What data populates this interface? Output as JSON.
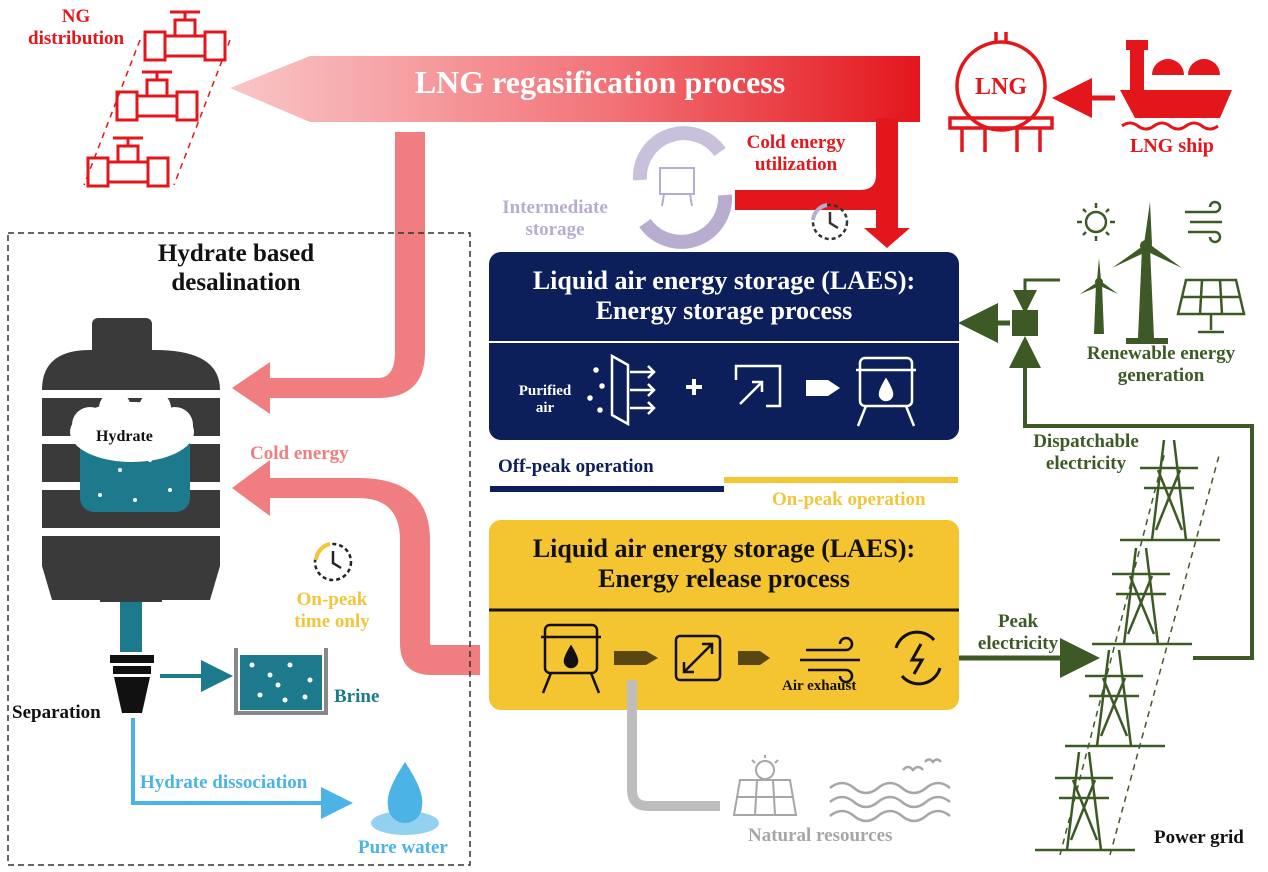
{
  "labels": {
    "ng_distribution": "NG\ndistribution",
    "lng_process": "LNG regasification process",
    "lng_tank": "LNG",
    "lng_ship": "LNG ship",
    "cold_energy_utilization": "Cold energy\nutilization",
    "intermediate_storage": "Intermediate\nstorage",
    "hydrate_desal_title": "Hydrate based\ndesalination",
    "hydrate": "Hydrate",
    "cold_energy": "Cold energy",
    "laes_storage_title": "Liquid air energy storage (LAES):\nEnergy storage process",
    "purified_air": "Purified\nair",
    "off_peak": "Off-peak operation",
    "on_peak": "On-peak operation",
    "laes_release_title": "Liquid air energy storage (LAES):\nEnergy release process",
    "air_exhaust": "Air exhaust",
    "renewable": "Renewable energy\ngeneration",
    "dispatchable": "Dispatchable\nelectricity",
    "peak_electricity": "Peak\nelectricity",
    "on_peak_time": "On-peak\ntime only",
    "separation": "Separation",
    "brine": "Brine",
    "hydrate_dissociation": "Hydrate dissociation",
    "pure_water": "Pure water",
    "natural_resources": "Natural resources",
    "power_grid": "Power grid"
  },
  "colors": {
    "red": "#e3161c",
    "salmon": "#f07d7f",
    "navy": "#0c1f5b",
    "gold": "#f5c431",
    "green": "#3d5a26",
    "teal": "#1d7a8c",
    "sky": "#4bb3e6",
    "grey": "#bdbdbd",
    "lavender": "#b8adcf",
    "dark": "#3a3a3a"
  }
}
